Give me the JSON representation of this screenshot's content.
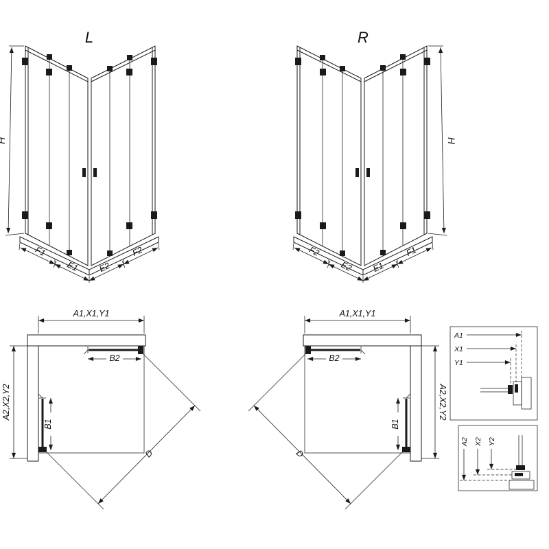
{
  "drawing": {
    "iso_left": {
      "title": "L",
      "height": "H",
      "segments": [
        "F1",
        "E1",
        "E2",
        "F2"
      ]
    },
    "iso_right": {
      "title": "R",
      "height": "H",
      "segments": [
        "F2",
        "E2",
        "E1",
        "F1"
      ]
    },
    "plan_left": {
      "width": "A1,X1,Y1",
      "depth": "A2,X2,Y2",
      "door_top": "B2",
      "door_side": "B1",
      "diagonal": "D"
    },
    "plan_right": {
      "width": "A1,X1,Y1",
      "depth": "A2,X2,Y2",
      "door_top": "B2",
      "door_side": "B1",
      "diagonal": "D"
    },
    "detail_width": {
      "labels": [
        "A1",
        "X1",
        "Y1"
      ]
    },
    "detail_depth": {
      "labels": [
        "A2",
        "X2",
        "Y2"
      ]
    }
  },
  "colors": {
    "line": "#1a1a1a",
    "background": "#ffffff"
  }
}
